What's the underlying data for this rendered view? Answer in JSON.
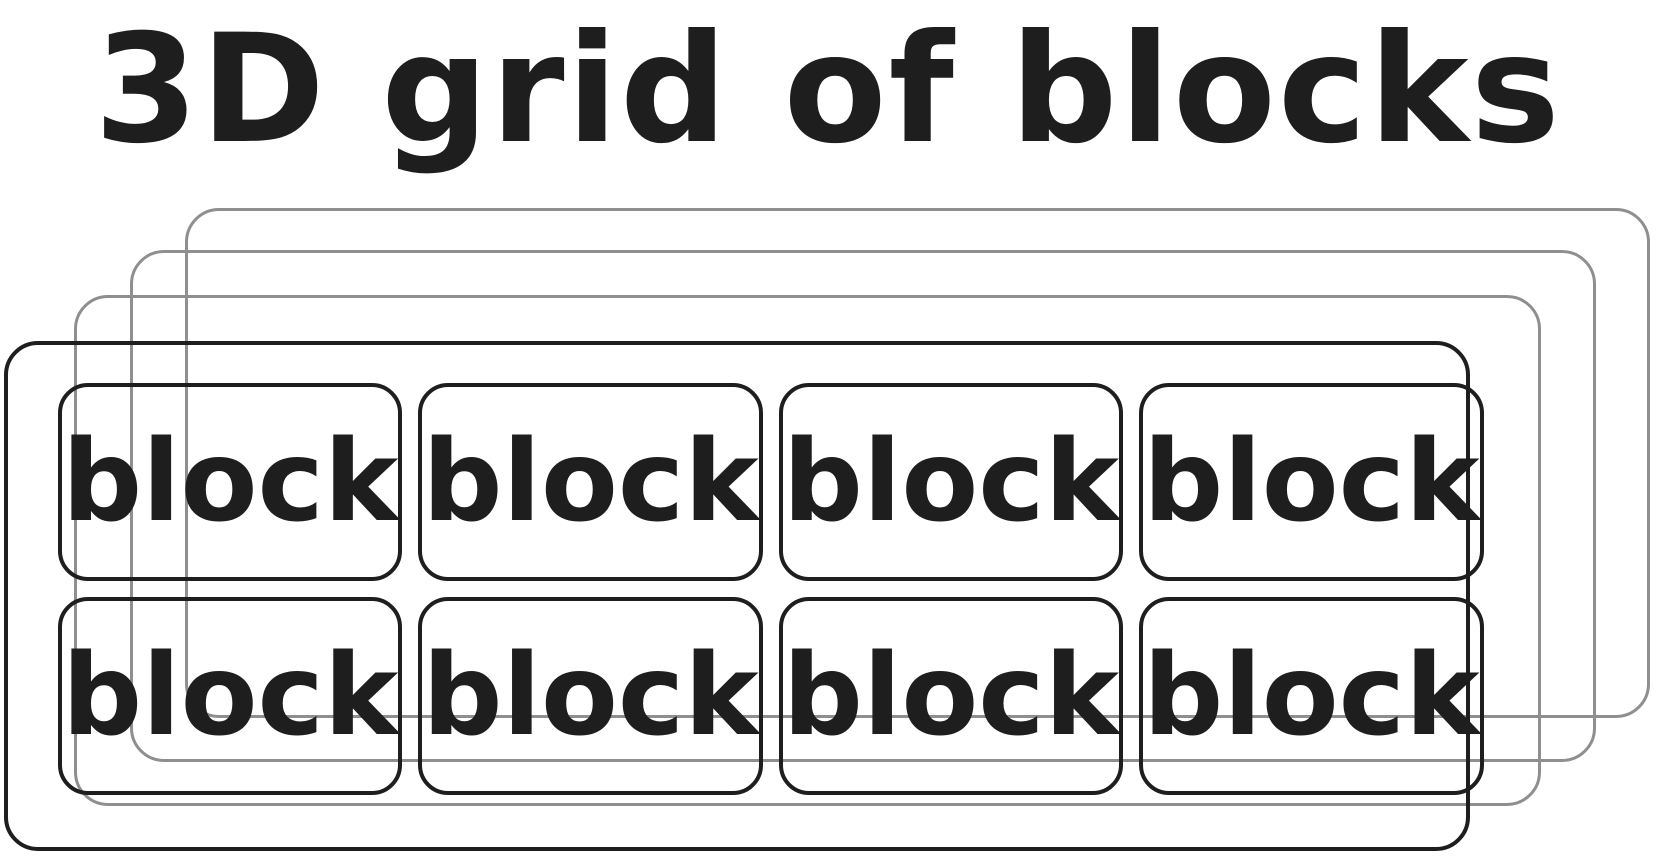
{
  "title": "3D grid of blocks",
  "blocks": [
    {
      "label": "block"
    },
    {
      "label": "block"
    },
    {
      "label": "block"
    },
    {
      "label": "block"
    },
    {
      "label": "block"
    },
    {
      "label": "block"
    },
    {
      "label": "block"
    },
    {
      "label": "block"
    }
  ],
  "colors": {
    "stroke": "#1e1e1e",
    "back_layers": "#8f8f8f",
    "background": "#ffffff"
  }
}
